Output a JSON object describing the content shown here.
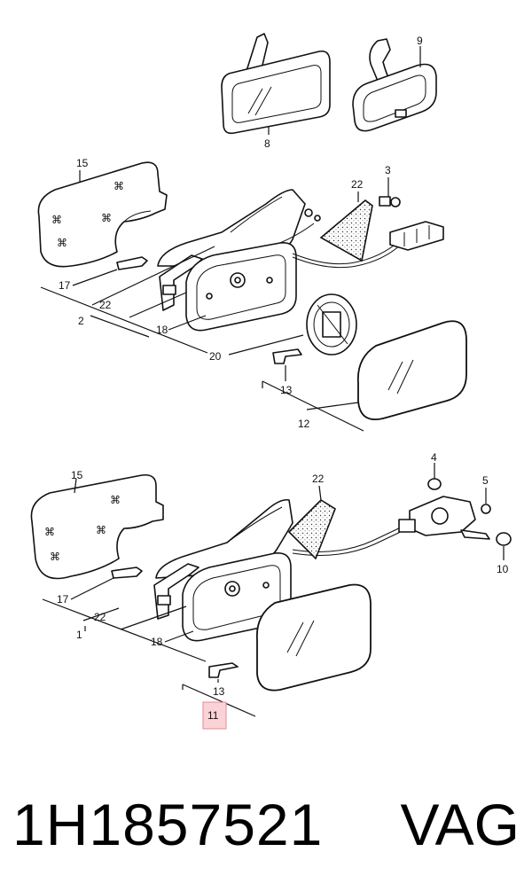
{
  "callouts": {
    "c1": "1",
    "c2": "2",
    "c3": "3",
    "c4": "4",
    "c5": "5",
    "c8": "8",
    "c9": "9",
    "c10": "10",
    "c11": "11",
    "c12": "12",
    "c13a": "13",
    "c13b": "13",
    "c15a": "15",
    "c15b": "15",
    "c17a": "17",
    "c17b": "17",
    "c18a": "18",
    "c18b": "18",
    "c20": "20",
    "c22a": "22",
    "c22b": "22",
    "c22c": "22",
    "c22d": "22"
  },
  "highlighted_callout": "11",
  "footer": {
    "part_number": "1H1857521",
    "brand": "VAG"
  }
}
